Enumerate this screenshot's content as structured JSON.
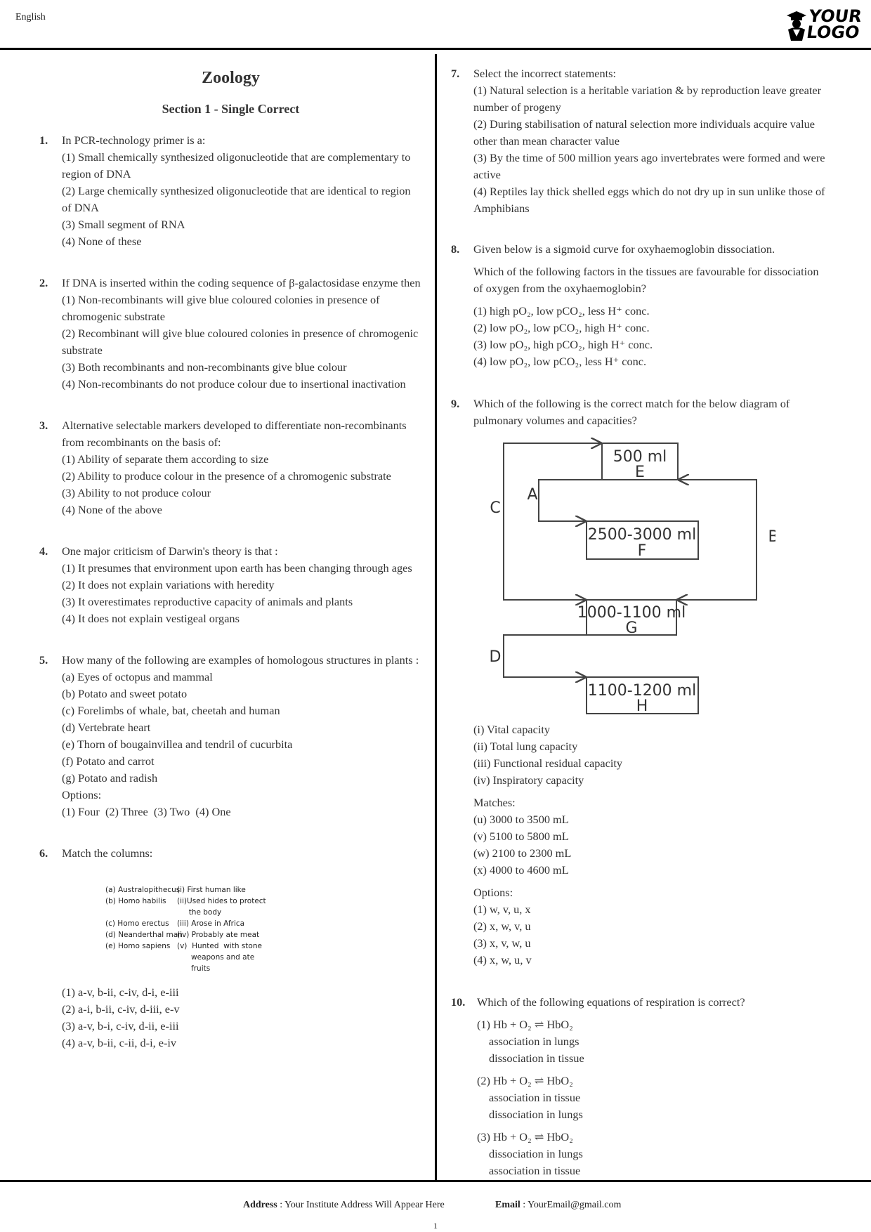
{
  "header": {
    "language": "English",
    "logo_line1": "YOUR",
    "logo_line2": "LOGO"
  },
  "subject": "Zoology",
  "section": "Section 1 - Single Correct",
  "q1": {
    "num": "1.",
    "lines": [
      "In PCR-technology primer is a:",
      "(1) Small chemically synthesized oligonucleotide that are complementary to region of DNA",
      "(2) Large chemically synthesized oligonucleotide that are identical to region of DNA",
      "(3) Small segment of RNA",
      "(4) None of these"
    ]
  },
  "q2": {
    "num": "2.",
    "lines": [
      "If DNA is inserted within the coding sequence of β-galactosidase enzyme then",
      "(1) Non-recombinants will give blue coloured colonies in presence of chromogenic substrate",
      "(2) Recombinant will give blue coloured colonies in presence of chromogenic substrate",
      "(3) Both recombinants and non-recombinants give blue colour",
      "(4) Non-recombinants do not produce colour due to insertional inactivation"
    ]
  },
  "q3": {
    "num": "3.",
    "lines": [
      "Alternative selectable markers developed to differentiate non-recombinants from recombinants on the basis of:",
      "(1) Ability of separate them according to size",
      "(2) Ability to produce colour in the presence of a chromogenic substrate",
      "(3) Ability to not produce colour",
      "(4) None of the above"
    ]
  },
  "q4": {
    "num": "4.",
    "lines": [
      "One major criticism of Darwin's theory is that :",
      "(1) It presumes that environment upon earth has been changing through ages",
      "(2) It does not explain variations with heredity",
      "(3) It overestimates reproductive capacity of animals and plants",
      "(4) It does not explain vestigeal organs"
    ]
  },
  "q5": {
    "num": "5.",
    "lines": [
      "How many of the following are examples of homologous structures in plants :",
      "(a) Eyes of octopus and mammal",
      "(b) Potato and sweet potato",
      "(c) Forelimbs of whale, bat, cheetah and human",
      "(d) Vertebrate heart",
      "(e) Thorn of bougainvillea and tendril of cucurbita",
      "(f) Potato and carrot",
      "(g) Potato and radish",
      "Options:",
      "(1) Four  (2) Three  (3) Two  (4) One"
    ]
  },
  "q6": {
    "num": "6.",
    "stem": "Match the columns:",
    "match": [
      {
        "left": "(a) Australopithecus",
        "right": "(i) First human like"
      },
      {
        "left": "(b) Homo habilis",
        "right": "(ii)Used hides to protect"
      },
      {
        "left": "",
        "right": "     the body"
      },
      {
        "left": "(c)  Homo erectus",
        "right": "(iii) Arose in Africa"
      },
      {
        "left": "(d)  Neanderthal man",
        "right": "(iv) Probably ate meat"
      },
      {
        "left": "(e) Homo sapiens",
        "right": "(v)  Hunted  with stone"
      },
      {
        "left": "",
        "right": "      weapons and ate"
      },
      {
        "left": "",
        "right": "      fruits"
      }
    ],
    "options": [
      "(1) a-v, b-ii, c-iv, d-i, e-iii",
      "(2) a-i, b-ii, c-iv, d-iii, e-v",
      "(3) a-v, b-i, c-iv, d-ii, e-iii",
      "(4) a-v, b-ii, c-ii, d-i, e-iv"
    ]
  },
  "q7": {
    "num": "7.",
    "lines": [
      "Select the incorrect statements:",
      "(1) Natural selection is a heritable variation & by reproduction leave greater number of progeny",
      "(2) During stabilisation of natural selection more individuals acquire value other than mean character value",
      "(3) By the time of 500 million years ago invertebrates were formed and were active",
      "(4) Reptiles lay thick shelled eggs which do not dry up in sun unlike those of Amphibians"
    ]
  },
  "q8": {
    "num": "8.",
    "stem": "Given below is a sigmoid curve for oxyhaemoglobin dissociation.",
    "stem2": "Which of the following factors in the tissues are favourable for dissociation of oxygen from the oxyhaemoglobin?",
    "options": [
      "(1) high pO₂, low pCO₂, less H⁺ conc.",
      "(2) low pO₂, low pCO₂, high H⁺ conc.",
      "(3) low pO₂, high pCO₂, high H⁺ conc.",
      "(4) low pO₂, low pCO₂, less H⁺ conc."
    ]
  },
  "q9": {
    "num": "9.",
    "stem": "Which of the following is the correct match for the below diagram of pulmonary volumes and capacities?",
    "diagram": {
      "e_value": "500 ml",
      "e_label": "E",
      "f_value": "2500-3000 ml",
      "f_label": "F",
      "g_value": "1000-1100 ml",
      "g_label": "G",
      "h_value": "1100-1200 ml",
      "h_label": "H",
      "label_a": "A",
      "label_b": "B",
      "label_c": "C",
      "label_d": "D"
    },
    "items": [
      "(i) Vital capacity",
      "(ii) Total lung capacity",
      "(iii) Functional residual capacity",
      "(iv) Inspiratory capacity"
    ],
    "matches_label": "Matches:",
    "matches": [
      "(u) 3000 to 3500 mL",
      "(v) 5100 to 5800 mL",
      "(w) 2100 to 2300 mL",
      "(x) 4000 to 4600 mL"
    ],
    "options_label": "Options:",
    "options": [
      "(1) w, v, u, x",
      "(2) x, w, v, u",
      "(3) x, v, w, u",
      "(4) x, w, u, v"
    ]
  },
  "q10": {
    "num": "10.",
    "stem": "Which of the following equations of respiration is correct?",
    "options": [
      {
        "eq": "(1) Hb + O₂ ⇌ HbO₂",
        "l1": "association in lungs",
        "l2": "dissociation in tissue"
      },
      {
        "eq": "(2) Hb + O₂ ⇌ HbO₂",
        "l1": "association in tissue",
        "l2": "dissociation in lungs"
      },
      {
        "eq": "(3) Hb + O₂ ⇌ HbO₂",
        "l1": "dissociation in lungs",
        "l2": "association in tissue"
      }
    ]
  },
  "footer": {
    "address_label": "Address",
    "address_value": " : Your Institute Address Will Appear Here",
    "email_label": "Email",
    "email_value": " : YourEmail@gmail.com",
    "page": "1"
  }
}
